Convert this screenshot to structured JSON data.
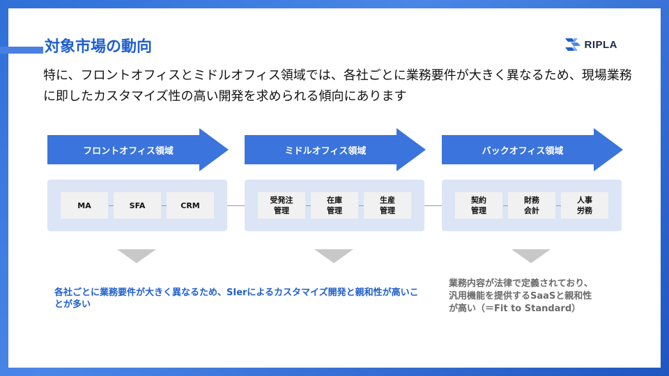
{
  "slide": {
    "title": "対象市場の動向",
    "lead": "特に、フロントオフィスとミドルオフィス領域では、各社ごとに業務要件が大きく異なるため、現場業務に即したカスタマイズ性の高い開発を求められる傾向にあります"
  },
  "logo": {
    "text": "RIPLA"
  },
  "areas": [
    {
      "label": "フロントオフィス領域",
      "items": [
        "MA",
        "SFA",
        "CRM"
      ]
    },
    {
      "label": "ミドルオフィス領域",
      "items": [
        "受発注\n管理",
        "在庫\n管理",
        "生産\n管理"
      ]
    },
    {
      "label": "バックオフィス領域",
      "items": [
        "契約\n管理",
        "財務\n会計",
        "人事\n労務"
      ]
    }
  ],
  "notes": {
    "front_middle": "各社ごとに業務要件が大きく異なるため、SIerによるカスタマイズ開発と親和性が高いことが多い",
    "back_line1": "業務内容が法律で定義されており、",
    "back_line2": "汎用機能を提供するSaaSと親和性",
    "back_line3": "が高い（＝Fit to Standard）"
  },
  "colors": {
    "accent": "#1f5fce",
    "arrow": "#3a74dc",
    "panel": "#dbe5f6",
    "chip": "#f1f1f1",
    "muted_text": "#6a6a6a"
  }
}
